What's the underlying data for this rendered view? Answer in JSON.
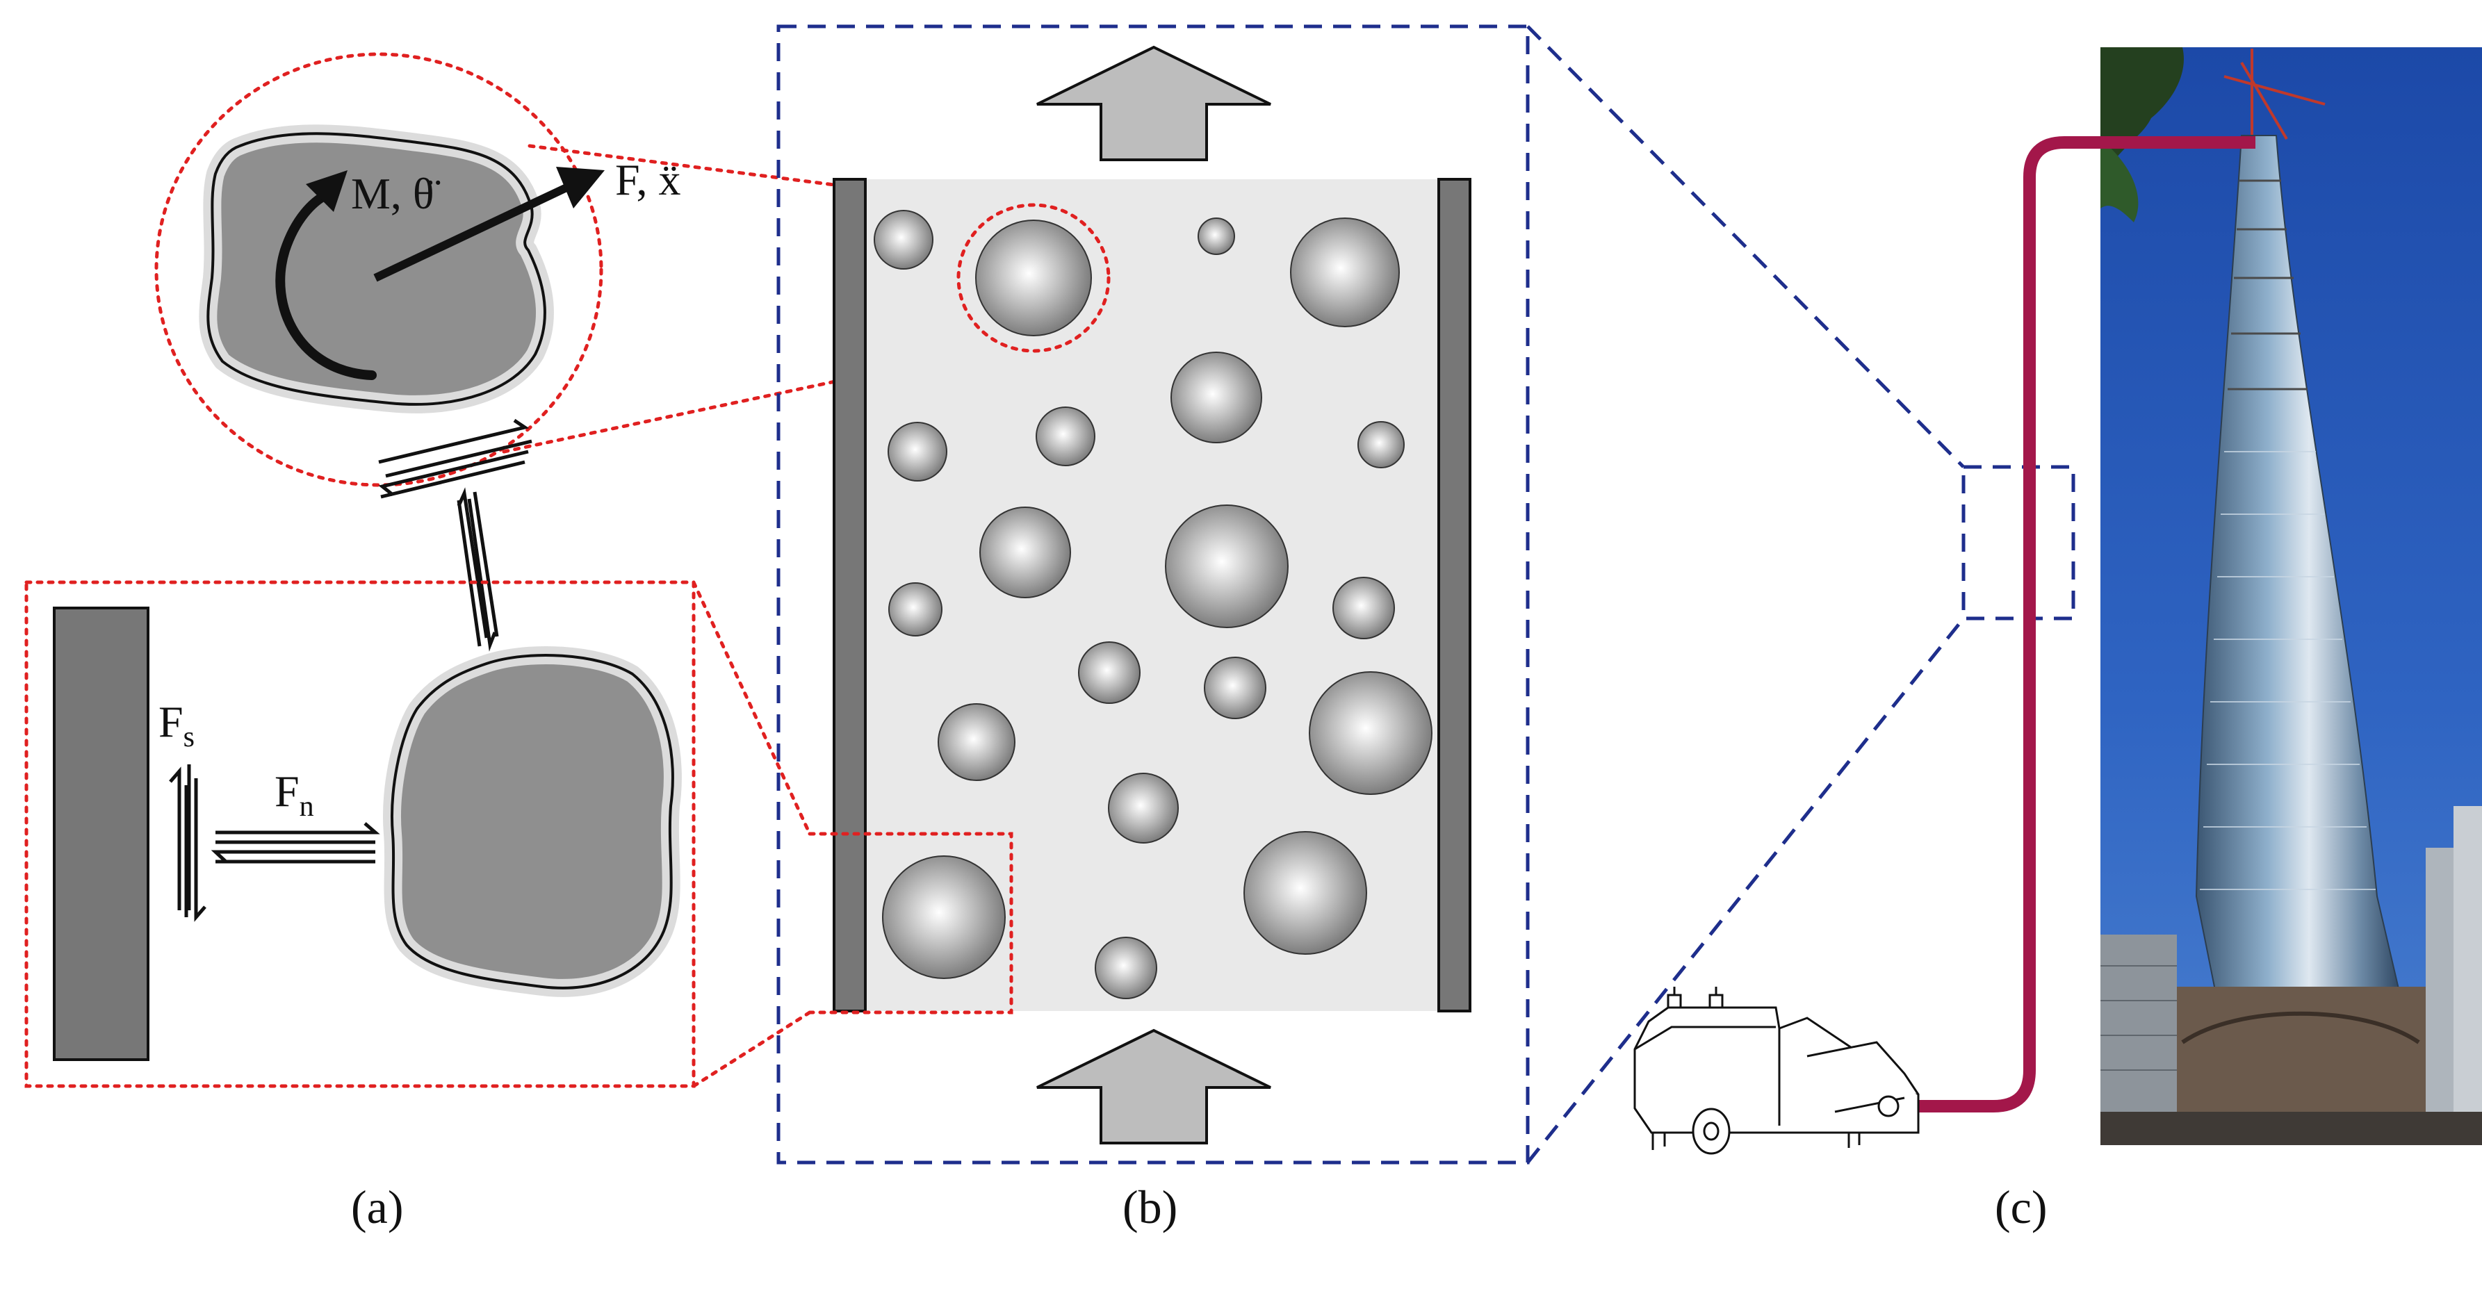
{
  "panels": {
    "a": {
      "caption": "(a)",
      "moment_label": "M, θ̈",
      "force_label": "F, ẍ",
      "shear_label": "F",
      "shear_sub": "s",
      "normal_label": "F",
      "normal_sub": "n"
    },
    "b": {
      "caption": "(b)"
    },
    "c": {
      "caption": "(c)"
    }
  },
  "colors": {
    "particle_fill": "#8f8f8f",
    "particle_rim": "#dcdcdc",
    "wall": "#777777",
    "channel": "#e9e9e9",
    "flow_arrow": "#bdbdbd",
    "zoom_red": "#e02020",
    "zoom_blue": "#1e2e8c",
    "pipe": "#a3174a",
    "sky": "#2a58b5"
  },
  "icons": {
    "pump": "concrete-pump-truck-icon",
    "tower": "skyscraper-photo"
  }
}
